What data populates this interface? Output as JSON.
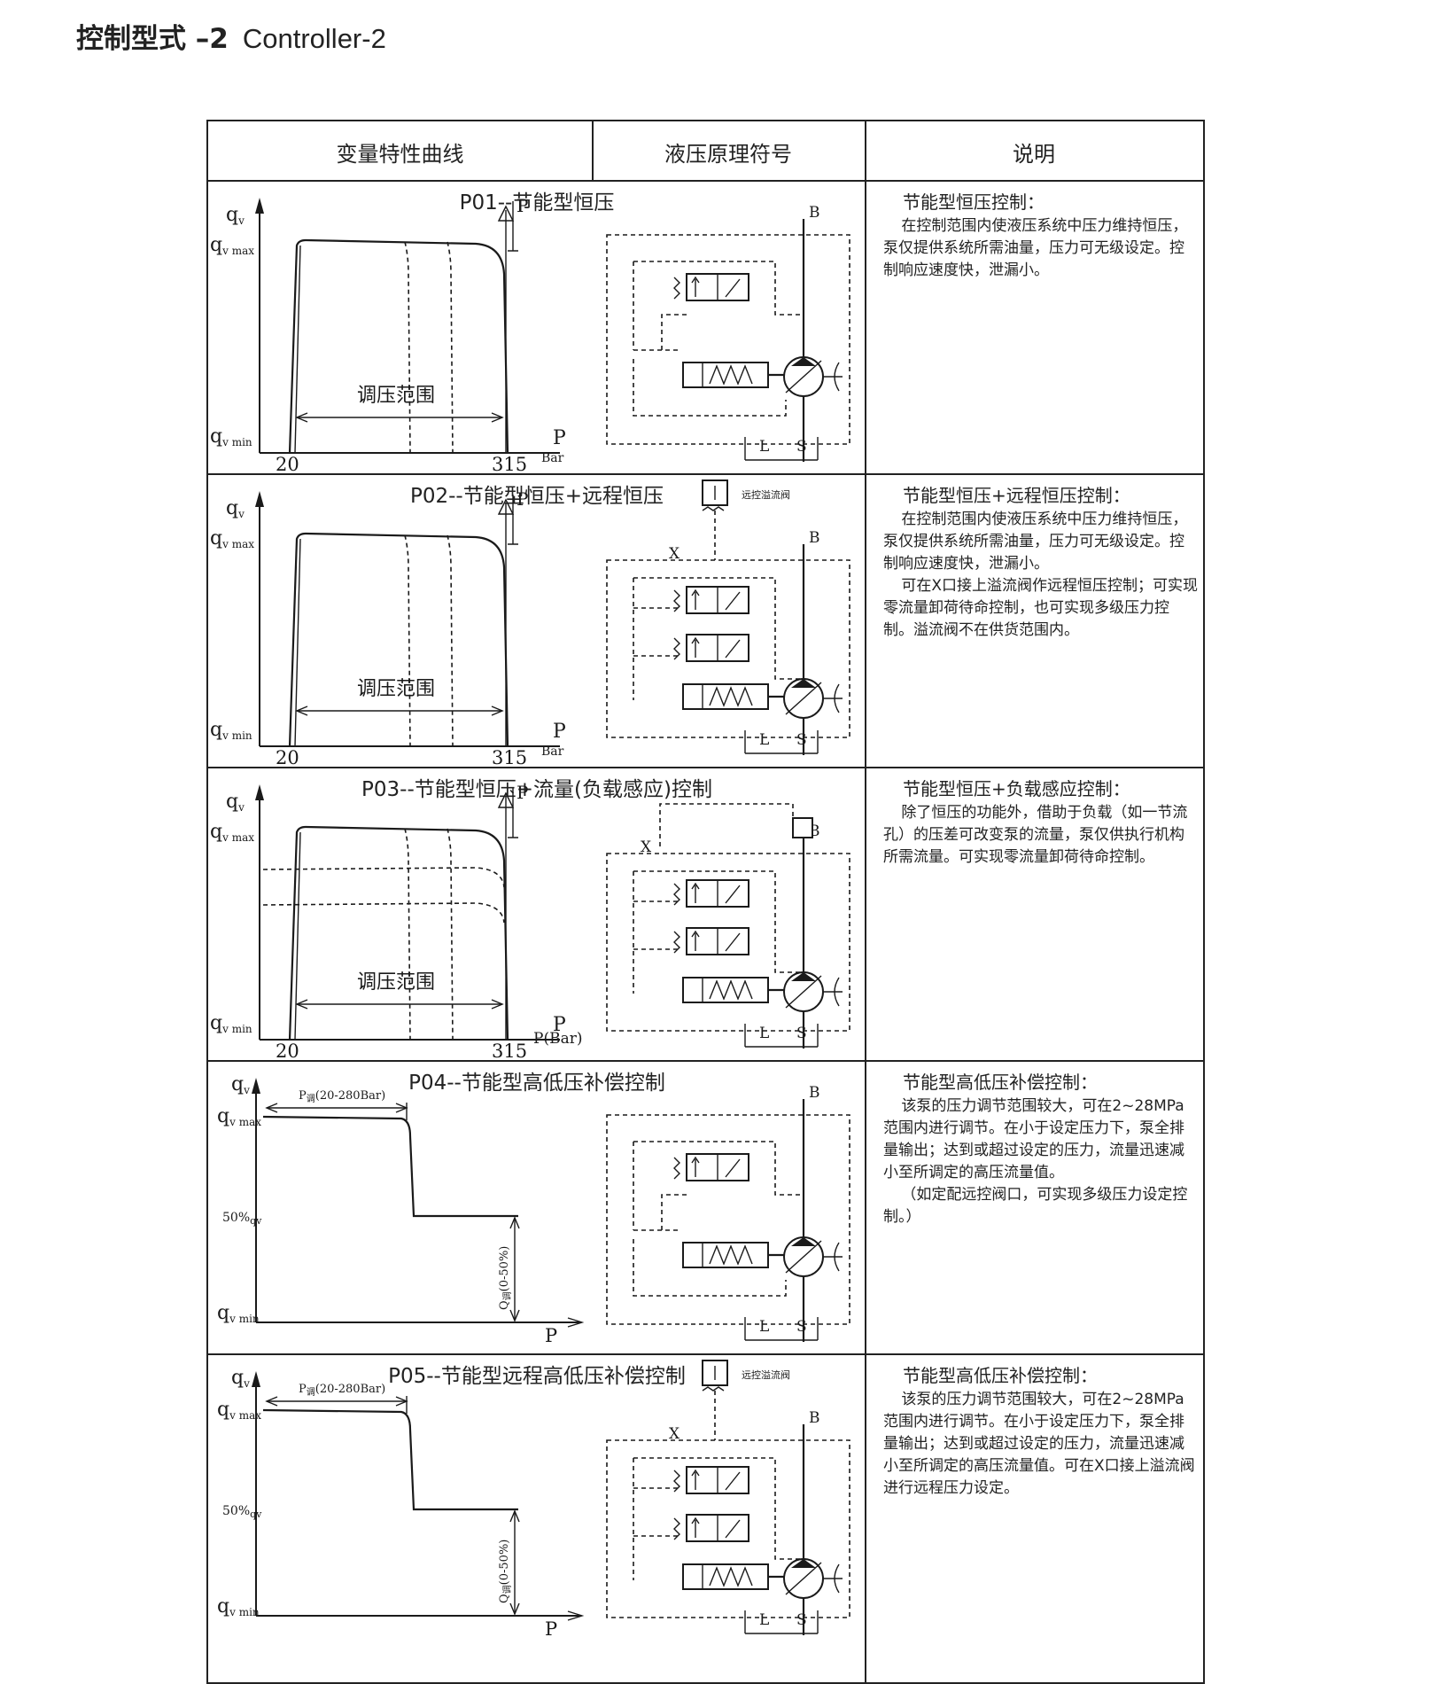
{
  "page": {
    "title_zh": "控制型式 –2",
    "title_en": "Controller-2"
  },
  "table": {
    "headers": [
      "变量特性曲线",
      "液压原理符号",
      "说明"
    ]
  },
  "axis_labels": {
    "qv": "q",
    "qv_sub": "v",
    "qvmax_sub": "v max",
    "qvmin_sub": "v min",
    "p": "P",
    "bar": "Bar",
    "p_bar": "P(Bar)",
    "t20": "20",
    "t315": "315",
    "range": "调压范围",
    "half": "50%",
    "half_sub": "qv",
    "padj": "P",
    "padj_sub": "调",
    "padj_range": "(20-280Bar)",
    "qadj": "Q",
    "qadj_sub": "调",
    "qadj_range": "(0-50%)"
  },
  "circuit_labels": {
    "b": "B",
    "x": "X",
    "l": "L",
    "s": "S",
    "remote_valve": "远控溢流阀"
  },
  "rows": [
    {
      "code": "P01--节能型恒压",
      "desc_title": "节能型恒压控制：",
      "desc": [
        {
          "text": "在控制范围内使液压系统中压力维持恒压，泵仅提供系统所需油量，压力可无级设定。控制响应速度快，泄漏小。",
          "indent": true
        }
      ]
    },
    {
      "code": "P02--节能型恒压+远程恒压",
      "desc_title": "节能型恒压+远程恒压控制：",
      "desc": [
        {
          "text": "在控制范围内使液压系统中压力维持恒压，泵仅提供系统所需油量，压力可无级设定。控制响应速度快，泄漏小。",
          "indent": true
        },
        {
          "text": "可在X口接上溢流阀作远程恒压控制；可实现零流量卸荷待命控制，也可实现多级压力控制。溢流阀不在供货范围内。",
          "indent": true
        }
      ]
    },
    {
      "code": "P03--节能型恒压+流量(负载感应)控制",
      "desc_title": "节能型恒压+负载感应控制：",
      "desc": [
        {
          "text": "除了恒压的功能外，借助于负载（如一节流孔）的压差可改变泵的流量，泵仅供执行机构所需流量。可实现零流量卸荷待命控制。",
          "indent": true
        }
      ]
    },
    {
      "code": "P04--节能型高低压补偿控制",
      "desc_title": "节能型高低压补偿控制：",
      "desc": [
        {
          "text": "该泵的压力调节范围较大，可在2~28MPa范围内进行调节。在小于设定压力下，泵全排量输出；达到或超过设定的压力，流量迅速减小至所调定的高压流量值。",
          "indent": true
        },
        {
          "text": "（如定配远控阀口，可实现多级压力设定控制。）",
          "indent": true
        }
      ]
    },
    {
      "code": "P05--节能型远程高低压补偿控制",
      "desc_title": "节能型高低压补偿控制：",
      "desc": [
        {
          "text": "该泵的压力调节范围较大，可在2~28MPa范围内进行调节。在小于设定压力下，泵全排量输出；达到或超过设定的压力，流量迅速减小至所调定的高压流量值。可在X口接上溢流阀进行远程压力设定。",
          "indent": true
        }
      ]
    }
  ]
}
